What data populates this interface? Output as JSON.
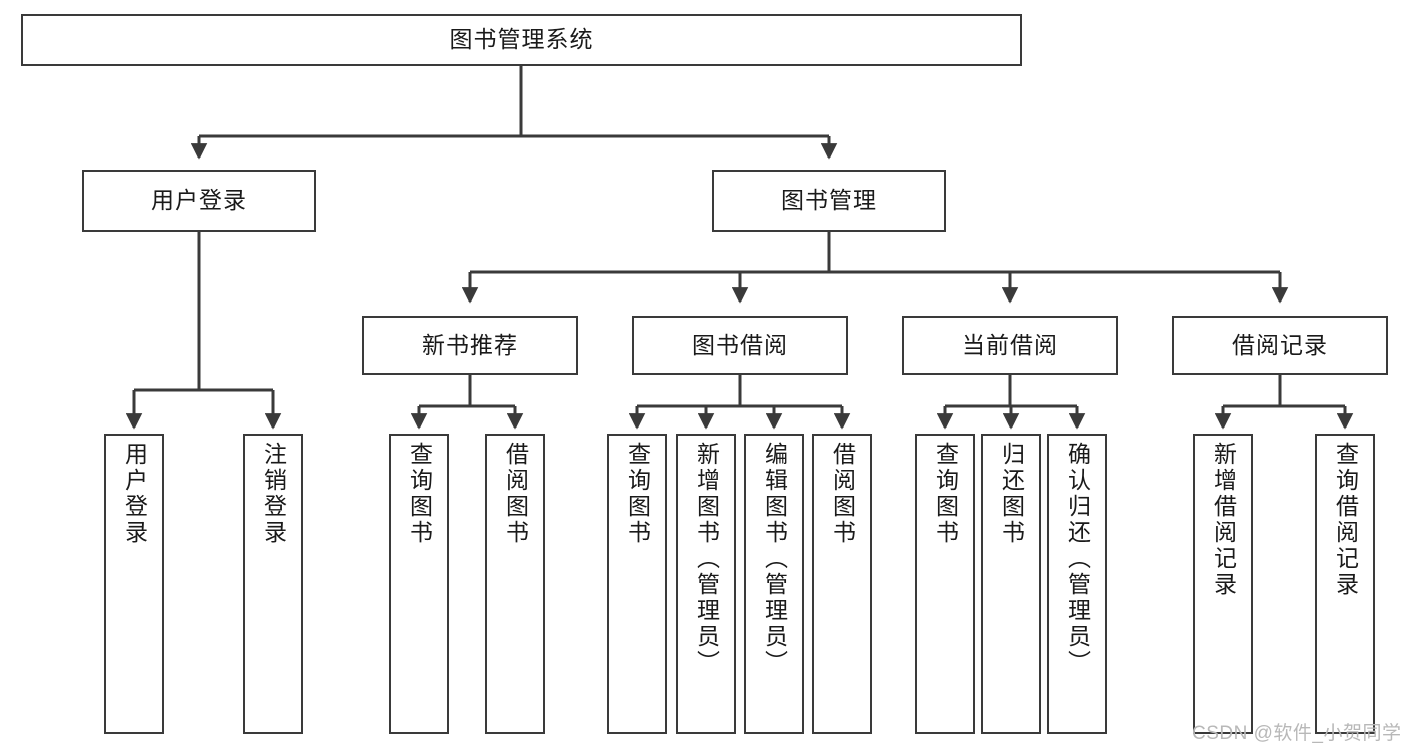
{
  "diagram": {
    "type": "tree",
    "title": "图书管理系统",
    "orientation": "top-down",
    "style": {
      "box_border_color": "#3a3a3a",
      "box_fill_color": "#ffffff",
      "edge_color": "#3a3a3a",
      "text_color": "#1a1a1a",
      "background": "#ffffff"
    },
    "nodes": {
      "root": {
        "label": "图书管理系统",
        "level": 1
      },
      "user_login": {
        "label": "用户登录",
        "level": 2
      },
      "book_manage": {
        "label": "图书管理",
        "level": 2
      },
      "new_book_rec": {
        "label": "新书推荐",
        "level": 3
      },
      "book_borrow": {
        "label": "图书借阅",
        "level": 3
      },
      "current_borrow": {
        "label": "当前借阅",
        "level": 3
      },
      "borrow_record": {
        "label": "借阅记录",
        "level": 3
      },
      "leaf_user_login": {
        "label": "用户登录",
        "level": 3,
        "parent": "用户登录"
      },
      "leaf_user_logout": {
        "label": "注销登录",
        "level": 3,
        "parent": "用户登录"
      },
      "leaf_rec_query": {
        "label": "查询图书",
        "level": 4,
        "parent": "新书推荐"
      },
      "leaf_rec_borrow": {
        "label": "借阅图书",
        "level": 4,
        "parent": "新书推荐"
      },
      "leaf_bb_query": {
        "label": "查询图书",
        "level": 4,
        "parent": "图书借阅"
      },
      "leaf_bb_add": {
        "label": "新增图书（管理员）",
        "level": 4,
        "parent": "图书借阅"
      },
      "leaf_bb_edit": {
        "label": "编辑图书（管理员）",
        "level": 4,
        "parent": "图书借阅"
      },
      "leaf_bb_borrow": {
        "label": "借阅图书",
        "level": 4,
        "parent": "图书借阅"
      },
      "leaf_cb_query": {
        "label": "查询图书",
        "level": 4,
        "parent": "当前借阅"
      },
      "leaf_cb_return": {
        "label": "归还图书",
        "level": 4,
        "parent": "当前借阅"
      },
      "leaf_cb_confirm": {
        "label": "确认归还（管理员）",
        "level": 4,
        "parent": "当前借阅"
      },
      "leaf_br_add": {
        "label": "新增借阅记录",
        "level": 4,
        "parent": "借阅记录"
      },
      "leaf_br_query": {
        "label": "查询借阅记录",
        "level": 4,
        "parent": "借阅记录"
      }
    }
  },
  "watermark": {
    "text": "CSDN @软件_小贺同学"
  }
}
